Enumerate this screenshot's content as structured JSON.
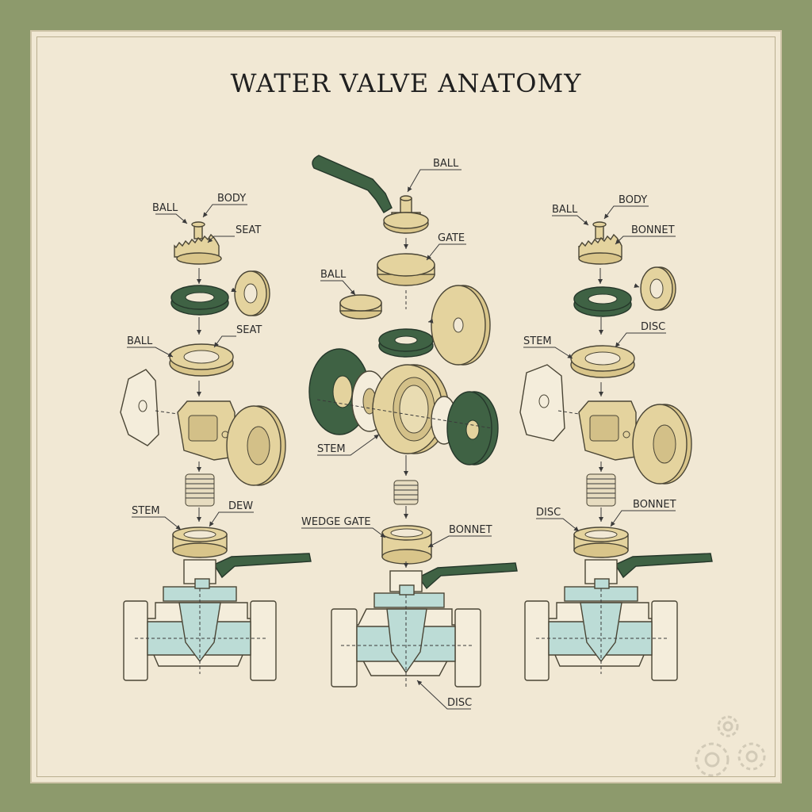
{
  "title": "WATER VALVE ANATOMY",
  "left": {
    "ball_top": "BALL",
    "body": "BODY",
    "seat_top": "SEAT",
    "ball_mid": "BALL",
    "seat_mid": "SEAT",
    "stem": "STEM",
    "dew": "DEW"
  },
  "center": {
    "ball_top": "BALL",
    "gate": "GATE",
    "ball_mid": "BALL",
    "stem": "STEM",
    "wedge_gate": "WEDGE GATE",
    "bonnet": "BONNET",
    "disc": "DISC"
  },
  "right": {
    "ball": "BALL",
    "body": "BODY",
    "bonnet_top": "BONNET",
    "stem": "STEM",
    "disc_mid": "DISC",
    "disc_low": "DISC",
    "bonnet_low": "BONNET"
  },
  "colors": {
    "frame": "#8d9a6c",
    "paper": "#f1e8d4",
    "brass": "#e4d39e",
    "green": "#3f6244",
    "water": "#bcdcd6"
  }
}
